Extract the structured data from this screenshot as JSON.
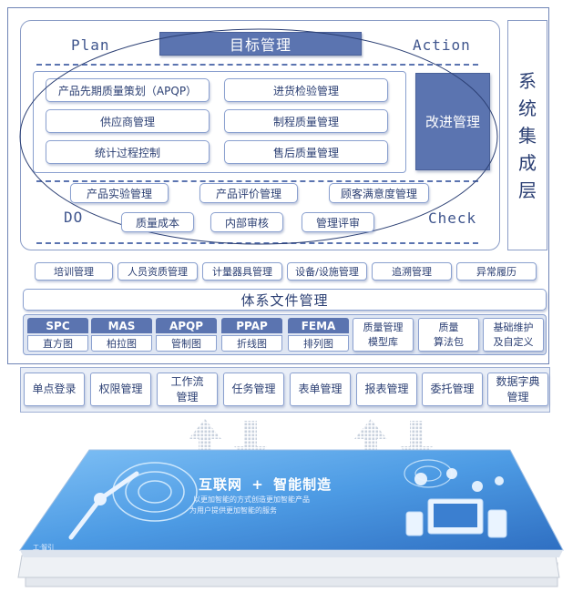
{
  "top_title": "目标管理",
  "pdca": {
    "plan": "Plan",
    "action": "Action",
    "do": "DO",
    "check": "Check"
  },
  "quality_items": [
    "产品先期质量策划（APQP）",
    "进货检验管理",
    "供应商管理",
    "制程质量管理",
    "统计过程控制",
    "售后质量管理"
  ],
  "improve": "改进管理",
  "system_integration": [
    "系",
    "统",
    "集",
    "成",
    "层"
  ],
  "do_items": [
    "产品实验管理",
    "产品评价管理",
    "顾客满意度管理",
    "质量成本",
    "内部审核",
    "管理评审"
  ],
  "support_items": [
    "培训管理",
    "人员资质管理",
    "计量器具管理",
    "设备/设施管理",
    "追溯管理",
    "异常履历"
  ],
  "doc_mgmt": "体系文件管理",
  "tools": [
    {
      "top": "SPC",
      "bottom": "直方图"
    },
    {
      "top": "MAS",
      "bottom": "柏拉图"
    },
    {
      "top": "APQP",
      "bottom": "管制图"
    },
    {
      "top": "PPAP",
      "bottom": "折线图"
    },
    {
      "top": "FEMA",
      "bottom": "排列图"
    }
  ],
  "tool_extras": [
    {
      "line1": "质量管理",
      "line2": "模型库"
    },
    {
      "line1": "质量",
      "line2": "算法包"
    },
    {
      "line1": "基础维护",
      "line2": "及自定义"
    }
  ],
  "platform": [
    {
      "line1": "单点登录",
      "line2": ""
    },
    {
      "line1": "权限管理",
      "line2": ""
    },
    {
      "line1": "工作流",
      "line2": "管理"
    },
    {
      "line1": "任务管理",
      "line2": ""
    },
    {
      "line1": "表单管理",
      "line2": ""
    },
    {
      "line1": "报表管理",
      "line2": ""
    },
    {
      "line1": "委托管理",
      "line2": ""
    },
    {
      "line1": "数据字典",
      "line2": "管理"
    }
  ],
  "banner": {
    "title_a": "互联网",
    "plus": "+",
    "title_b": "智能制造",
    "line1": "以更加智能的方式创造更加智能产品",
    "line2": "为用户提供更加智能的服务",
    "corner": "工·智引"
  },
  "colors": {
    "accent": "#5b74b0",
    "border": "#8aa0cf",
    "text": "#2b3f73",
    "platform_blue": "#3d86d6"
  }
}
